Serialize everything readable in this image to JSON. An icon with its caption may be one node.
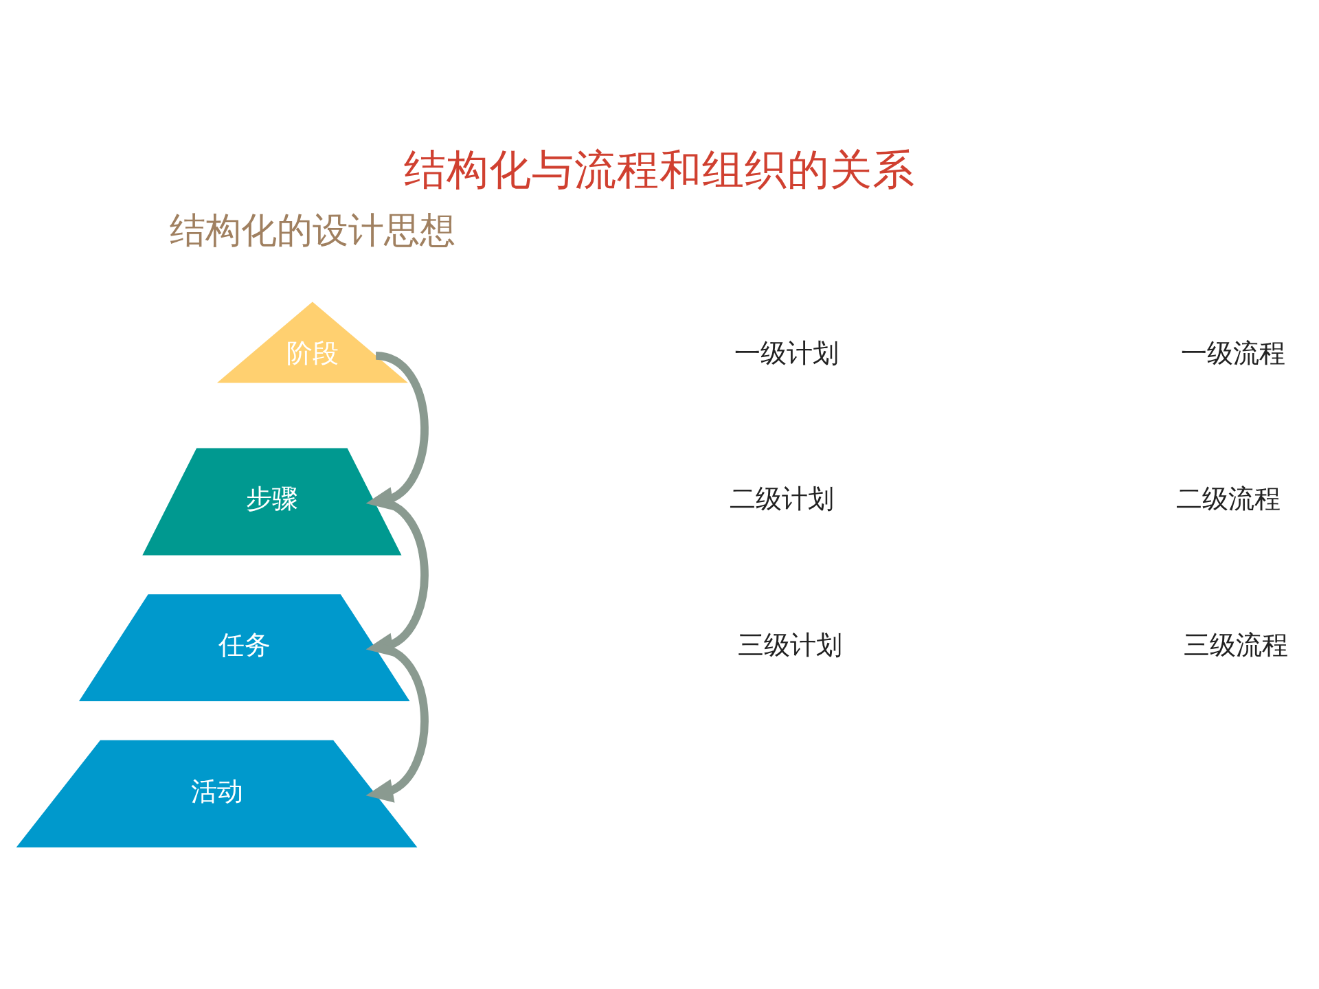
{
  "diagram": {
    "title": "结构化与流程和组织的关系",
    "nodes": [
      {
        "text": [
          "阶段"
        ]
      },
      {
        "text": [
          "步骤"
        ]
      },
      {
        "text": [
          "任务"
        ]
      },
      {
        "text": [
          "活动"
        ]
      }
    ],
    "edges": [
      {
        "from": 0,
        "to": 1,
        "arrow": "to"
      },
      {
        "from": 1,
        "to": 2,
        "arrow": "to"
      },
      {
        "from": 2,
        "to": 3,
        "arrow": "to"
      }
    ],
    "labels": [
      "结构化的设计思想",
      "一级计划",
      "一级流程",
      "二级计划",
      "二级流程",
      "三级计划",
      "三级流程"
    ]
  }
}
